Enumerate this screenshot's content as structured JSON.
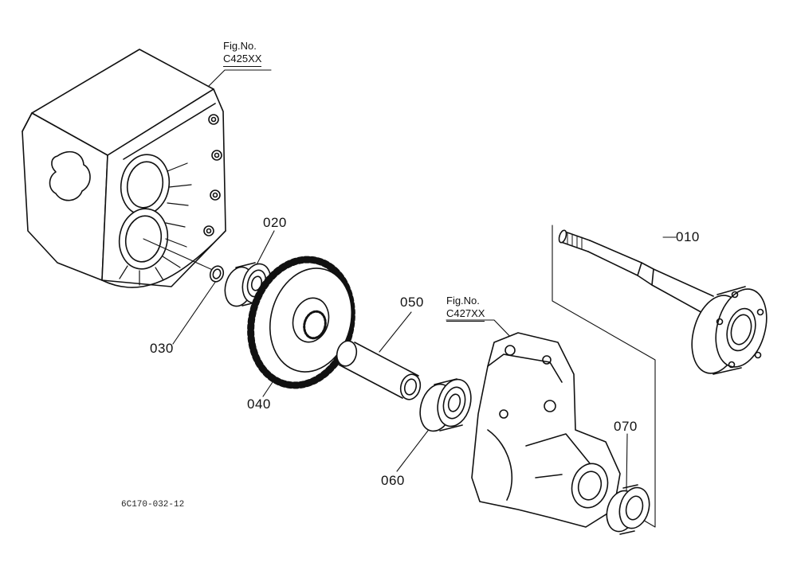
{
  "figure_refs": [
    {
      "prefix": "Fig.No.",
      "code": "C425XX"
    },
    {
      "prefix": "Fig.No.",
      "code": "C427XX"
    }
  ],
  "parts": {
    "p010": "010",
    "p020": "020",
    "p030": "030",
    "p040": "040",
    "p050": "050",
    "p060": "060",
    "p070": "070"
  },
  "drawing_id": "6C170-032-12"
}
